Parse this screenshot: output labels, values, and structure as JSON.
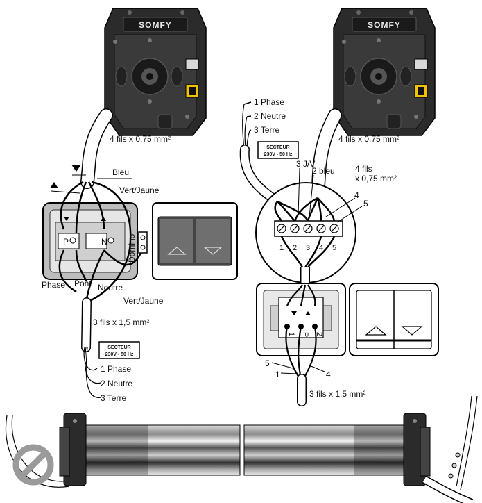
{
  "brand": {
    "logo": "SOMFY"
  },
  "left": {
    "motor_cable": "4 fils x 0,75 mm²",
    "wire_labels": {
      "bleu": "Bleu",
      "vert_jaune_top": "Vert/Jaune",
      "vert_jaune_bottom": "Vert/Jaune",
      "phase": "Phase",
      "pont": "Pont",
      "neutre": "Neutre",
      "domino": "Domino"
    },
    "switch_letters": {
      "p": "P",
      "n": "N"
    },
    "supply_cable": "3 fils x 1,5 mm²",
    "supply_box": {
      "line1": "SECTEUR",
      "line2": "230V - 50 Hz"
    },
    "supply_wires": [
      "1 Phase",
      "2 Neutre",
      "3 Terre"
    ]
  },
  "right": {
    "supply_wires": [
      "1 Phase",
      "2 Neutre",
      "3 Terre"
    ],
    "supply_box": {
      "line1": "SECTEUR",
      "line2": "230V - 50 Hz"
    },
    "motor_cable": "4 fils x 0,75 mm²",
    "wire_labels": {
      "jv": "3 J/V",
      "bleu": "2 bleu",
      "fils_line1": "4 fils",
      "fils_line2": "x 0,75 mm²",
      "n4": "4",
      "n5": "5"
    },
    "terminals": [
      "1",
      "2",
      "3",
      "4",
      "5"
    ],
    "switch_wires": {
      "w5": "5",
      "w1": "1",
      "w4": "4"
    },
    "switch_terminals": [
      "1",
      "P",
      "2"
    ],
    "bottom_cable": "3 fils x 1,5 mm²"
  },
  "colors": {
    "motor_body": "#2b2b2b",
    "motor_dark": "#111111",
    "accent_yellow": "#f2c200",
    "prohibit_grey": "#9a9a9a",
    "panel_grey": "#6f6f6f"
  }
}
